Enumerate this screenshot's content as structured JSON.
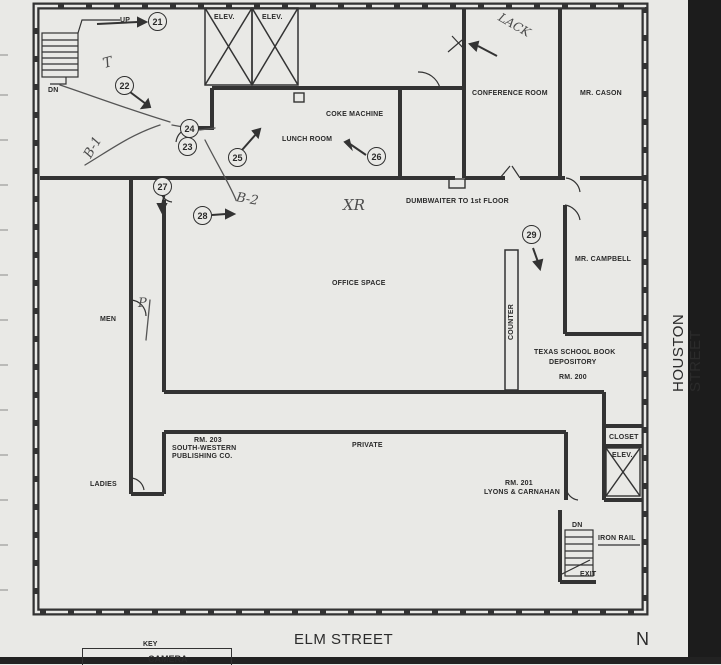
{
  "rooms": {
    "elev_1": "ELEV.",
    "elev_2": "ELEV.",
    "conference": "CONFERENCE ROOM",
    "cason": "MR. CASON",
    "coke": "COKE MACHINE",
    "lunch": "LUNCH ROOM",
    "dumbwaiter": "DUMBWAITER TO 1st FLOOR",
    "office": "OFFICE SPACE",
    "campbell": "MR. CAMPBELL",
    "counter": "COUNTER",
    "tsbd_line1": "TEXAS SCHOOL BOOK",
    "tsbd_line2": "DEPOSITORY",
    "tsbd_line3": "RM. 200",
    "men": "MEN",
    "ladies": "LADIES",
    "rm203_line1": "RM. 203",
    "rm203_line2": "SOUTH-WESTERN",
    "rm203_line3": "PUBLISHING CO.",
    "private": "PRIVATE",
    "rm201_line1": "RM. 201",
    "rm201_line2": "LYONS & CARNAHAN",
    "closet": "CLOSET",
    "elev_3": "ELEV.",
    "iron_rail": "IRON RAIL",
    "exit": "EXIT",
    "dn_left": "DN",
    "dn_right": "DN",
    "up": "UP"
  },
  "streets": {
    "south": "ELM STREET",
    "east": "HOUSTON STREET",
    "north_arrow": "N"
  },
  "key": {
    "title": "KEY",
    "item": "CAMERA"
  },
  "camera_markers": [
    "21",
    "22",
    "23",
    "24",
    "25",
    "26",
    "27",
    "28",
    "29"
  ],
  "handwriting": {
    "t": "T",
    "lack": "LACK",
    "b1": "B-1",
    "b2": "B-2",
    "xr": "XR",
    "p": "P"
  },
  "colors": {
    "paper": "#e9e9e6",
    "ink": "#2f2f2f",
    "wall_fill": "#d2d2cf"
  }
}
